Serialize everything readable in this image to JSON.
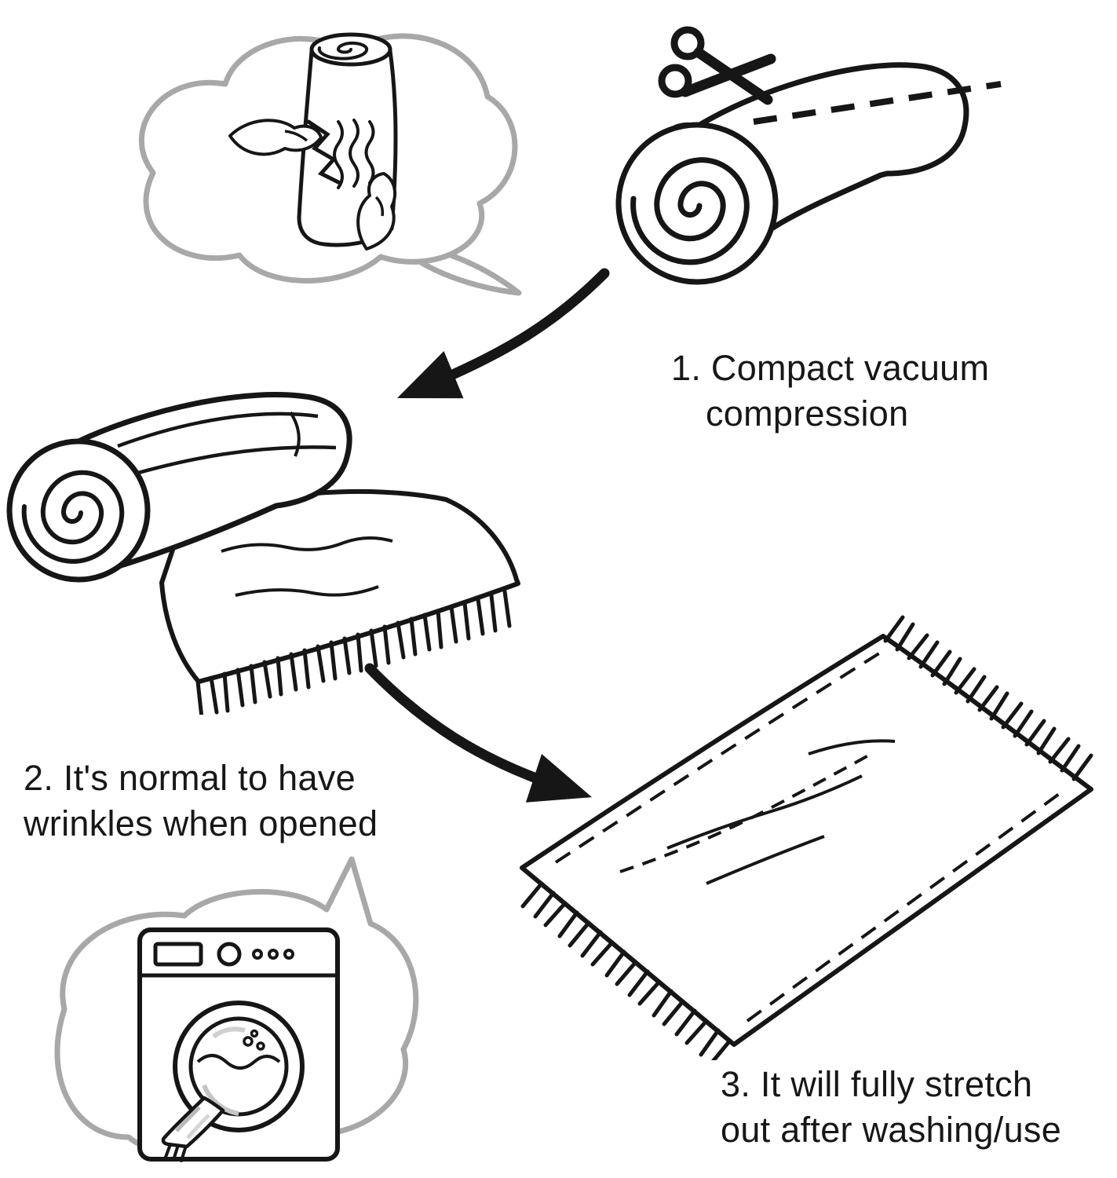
{
  "colors": {
    "background": "#ffffff",
    "ink": "#161616",
    "bubble_outline": "#a8a8a8"
  },
  "steps": {
    "step1": {
      "line1": "1. Compact vacuum",
      "line2": "compression"
    },
    "step2": {
      "line1": "2. It's normal to have",
      "line2": "wrinkles when opened"
    },
    "step3": {
      "line1": "3. It will fully stretch",
      "line2": "out after washing/use"
    }
  },
  "illustrations": {
    "unpacking_bubble": "thought-bubble-hands-unpacking-roll",
    "vacuum_roll": "compressed-vacuum-roll-with-dashed-cut-line",
    "scissors": "scissors-icon",
    "rolled_blanket": "partially-unrolled-fringed-blanket",
    "flat_blanket": "flat-fringed-blanket-spread-out",
    "washing_machine_bubble": "speech-bubble-washing-machine",
    "arrow_1": "arrow-roll-to-blanket",
    "arrow_2": "arrow-blanket-to-flat"
  }
}
